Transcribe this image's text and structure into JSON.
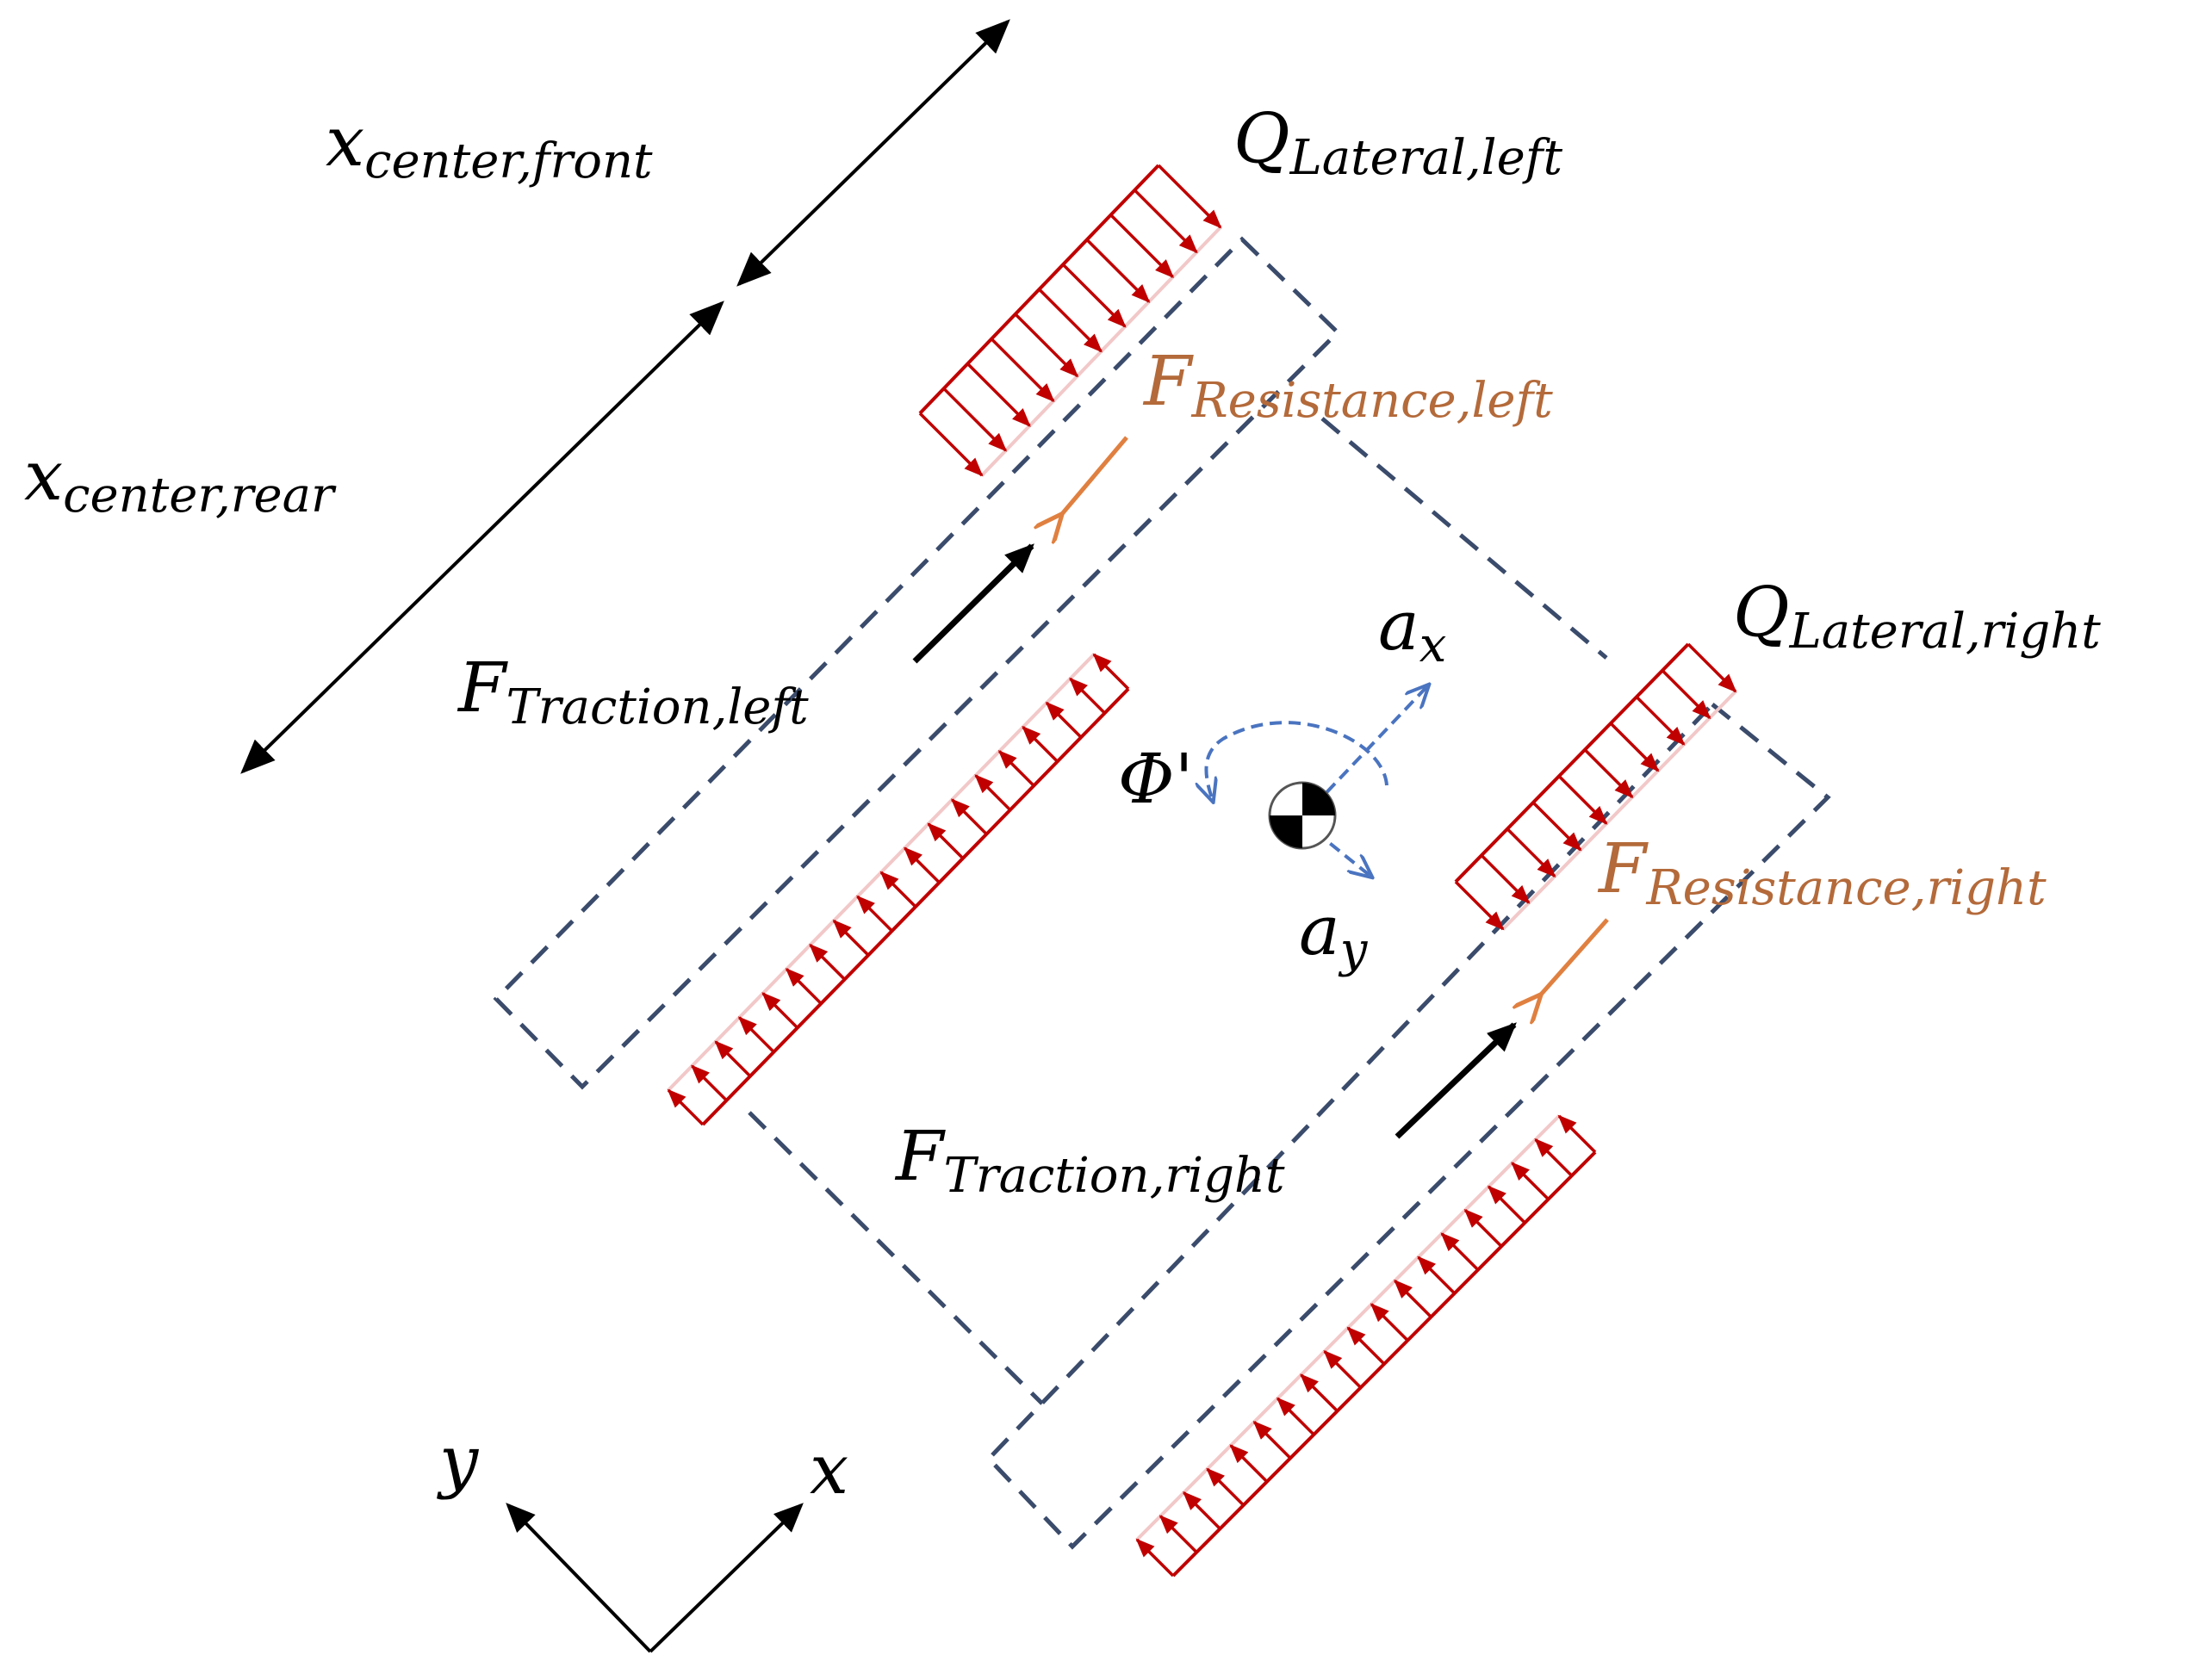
{
  "colors": {
    "outline": "#3a4b6b",
    "lateral_arrow": "#c00000",
    "lateral_frame": "#f2c8c8",
    "resistance": "#e08040",
    "resistance_text": "#b46a3a",
    "accel": "#4a74c0",
    "text": "#000000"
  },
  "labels": {
    "x_center_front": {
      "main": "x",
      "sub": "center,front"
    },
    "x_center_rear": {
      "main": "x",
      "sub": "center,rear"
    },
    "q_lateral_left": {
      "main": "Q",
      "sub": "Lateral,left"
    },
    "q_lateral_right": {
      "main": "Q",
      "sub": "Lateral,right"
    },
    "f_resistance_left": {
      "main": "F",
      "sub": "Resistance,left"
    },
    "f_resistance_right": {
      "main": "F",
      "sub": "Resistance,right"
    },
    "f_traction_left": {
      "main": "F",
      "sub": "Traction,left"
    },
    "f_traction_right": {
      "main": "F",
      "sub": "Traction,right"
    },
    "a_x": {
      "main": "a",
      "sub": "x"
    },
    "a_y": {
      "main": "a",
      "sub": "y"
    },
    "yaw_rate": "Φ'",
    "axis_x": "x",
    "axis_y": "y"
  },
  "icons": {
    "center_of_gravity": "center-of-gravity-icon"
  }
}
